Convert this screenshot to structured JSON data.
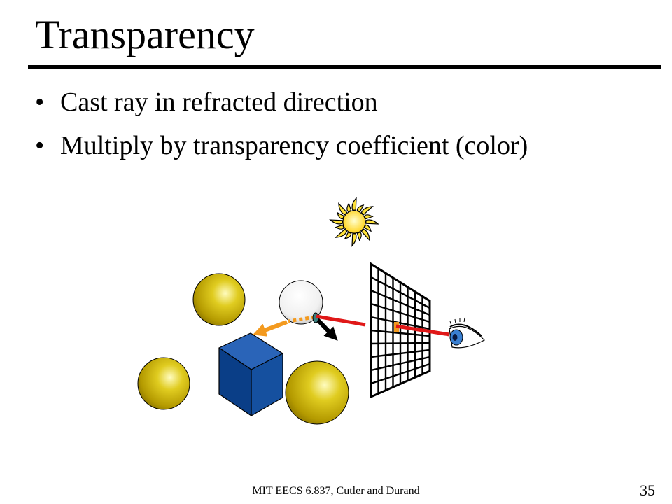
{
  "slide": {
    "title": "Transparency",
    "bullets": [
      "Cast ray in refracted direction",
      "Multiply by transparency coefficient (color)"
    ],
    "footer": "MIT EECS 6.837, Cutler and Durand",
    "page_number": "35"
  },
  "colors": {
    "sphere_yellow": "#c8b400",
    "cube_blue": "#0a3e87",
    "refracted_ray": "#f39a1f",
    "primary_ray": "#e01818",
    "sun": "#ffe23a",
    "eye_iris": "#3a7fd0"
  },
  "icons": [
    "sun-icon",
    "eye-icon",
    "image-plane-grid-icon"
  ]
}
